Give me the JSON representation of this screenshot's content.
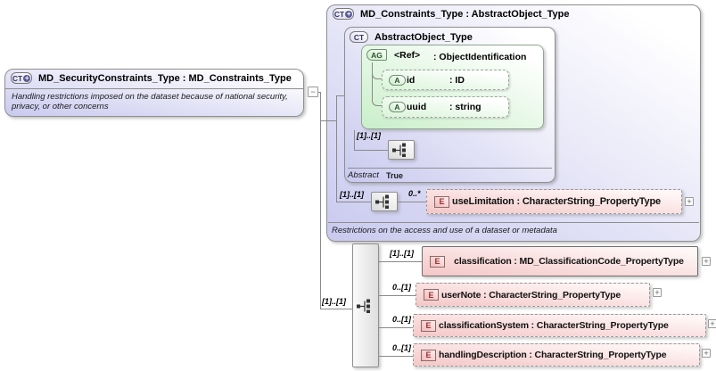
{
  "icons": {
    "complex_type": "CT",
    "complex_type_plus": "+",
    "attribute_group": "AG",
    "attribute": "A",
    "element": "E",
    "collapse": "−",
    "expand": "+"
  },
  "root_box": {
    "title": "MD_SecurityConstraints_Type : MD_Constraints_Type",
    "annotation": "Handling restrictions imposed on the dataset because of national security, privacy, or other concerns"
  },
  "base_box": {
    "title": "MD_Constraints_Type : AbstractObject_Type",
    "annotation": "Restrictions on the access and use of a dataset or metadata",
    "abstract_box": {
      "title": "AbstractObject_Type",
      "attribute_group": {
        "name": "<Ref>",
        "type": ": ObjectIdentification",
        "attributes": [
          {
            "name": "id",
            "type": ": ID"
          },
          {
            "name": "uuid",
            "type": ": string"
          }
        ]
      },
      "content_cardinality": "[1]..[1]",
      "fact": {
        "label": "Abstract",
        "value": "True"
      }
    },
    "content": {
      "cardinality": "[1]..[1]",
      "element": {
        "occurs": "0..*",
        "label": "useLimitation : CharacterString_PropertyType"
      }
    }
  },
  "own_content": {
    "cardinality": "[1]..[1]",
    "elements": [
      {
        "occurs": "[1]..[1]",
        "label": "classification : MD_ClassificationCode_PropertyType"
      },
      {
        "occurs": "0..[1]",
        "label": "userNote : CharacterString_PropertyType"
      },
      {
        "occurs": "0..[1]",
        "label": "classificationSystem : CharacterString_PropertyType"
      },
      {
        "occurs": "0..[1]",
        "label": "handlingDescription : CharacterString_PropertyType"
      }
    ]
  }
}
